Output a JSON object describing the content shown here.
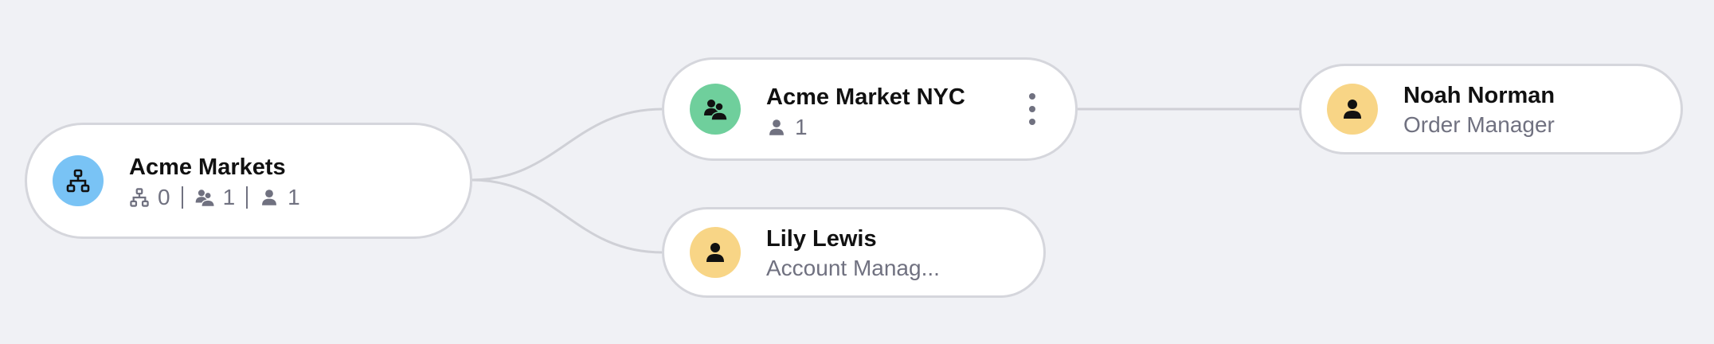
{
  "colors": {
    "background": "#f0f1f5",
    "connector": "#cfd0d6",
    "node_border": "#d5d6dc",
    "org_avatar": "#79c3f5",
    "team_avatar": "#6fcf9c",
    "person_avatar": "#f8d586"
  },
  "nodes": {
    "acme_markets": {
      "title": "Acme Markets",
      "icon": "org-chart-icon",
      "stats": {
        "orgs": "0",
        "teams": "1",
        "people": "1"
      }
    },
    "acme_market_nyc": {
      "title": "Acme Market NYC",
      "icon": "team-icon",
      "people_count": "1",
      "menu_icon": "more-vertical-icon"
    },
    "noah_norman": {
      "title": "Noah Norman",
      "subtitle": "Order Manager",
      "icon": "person-icon"
    },
    "lily_lewis": {
      "title": "Lily Lewis",
      "subtitle": "Account Manag...",
      "icon": "person-icon"
    }
  }
}
